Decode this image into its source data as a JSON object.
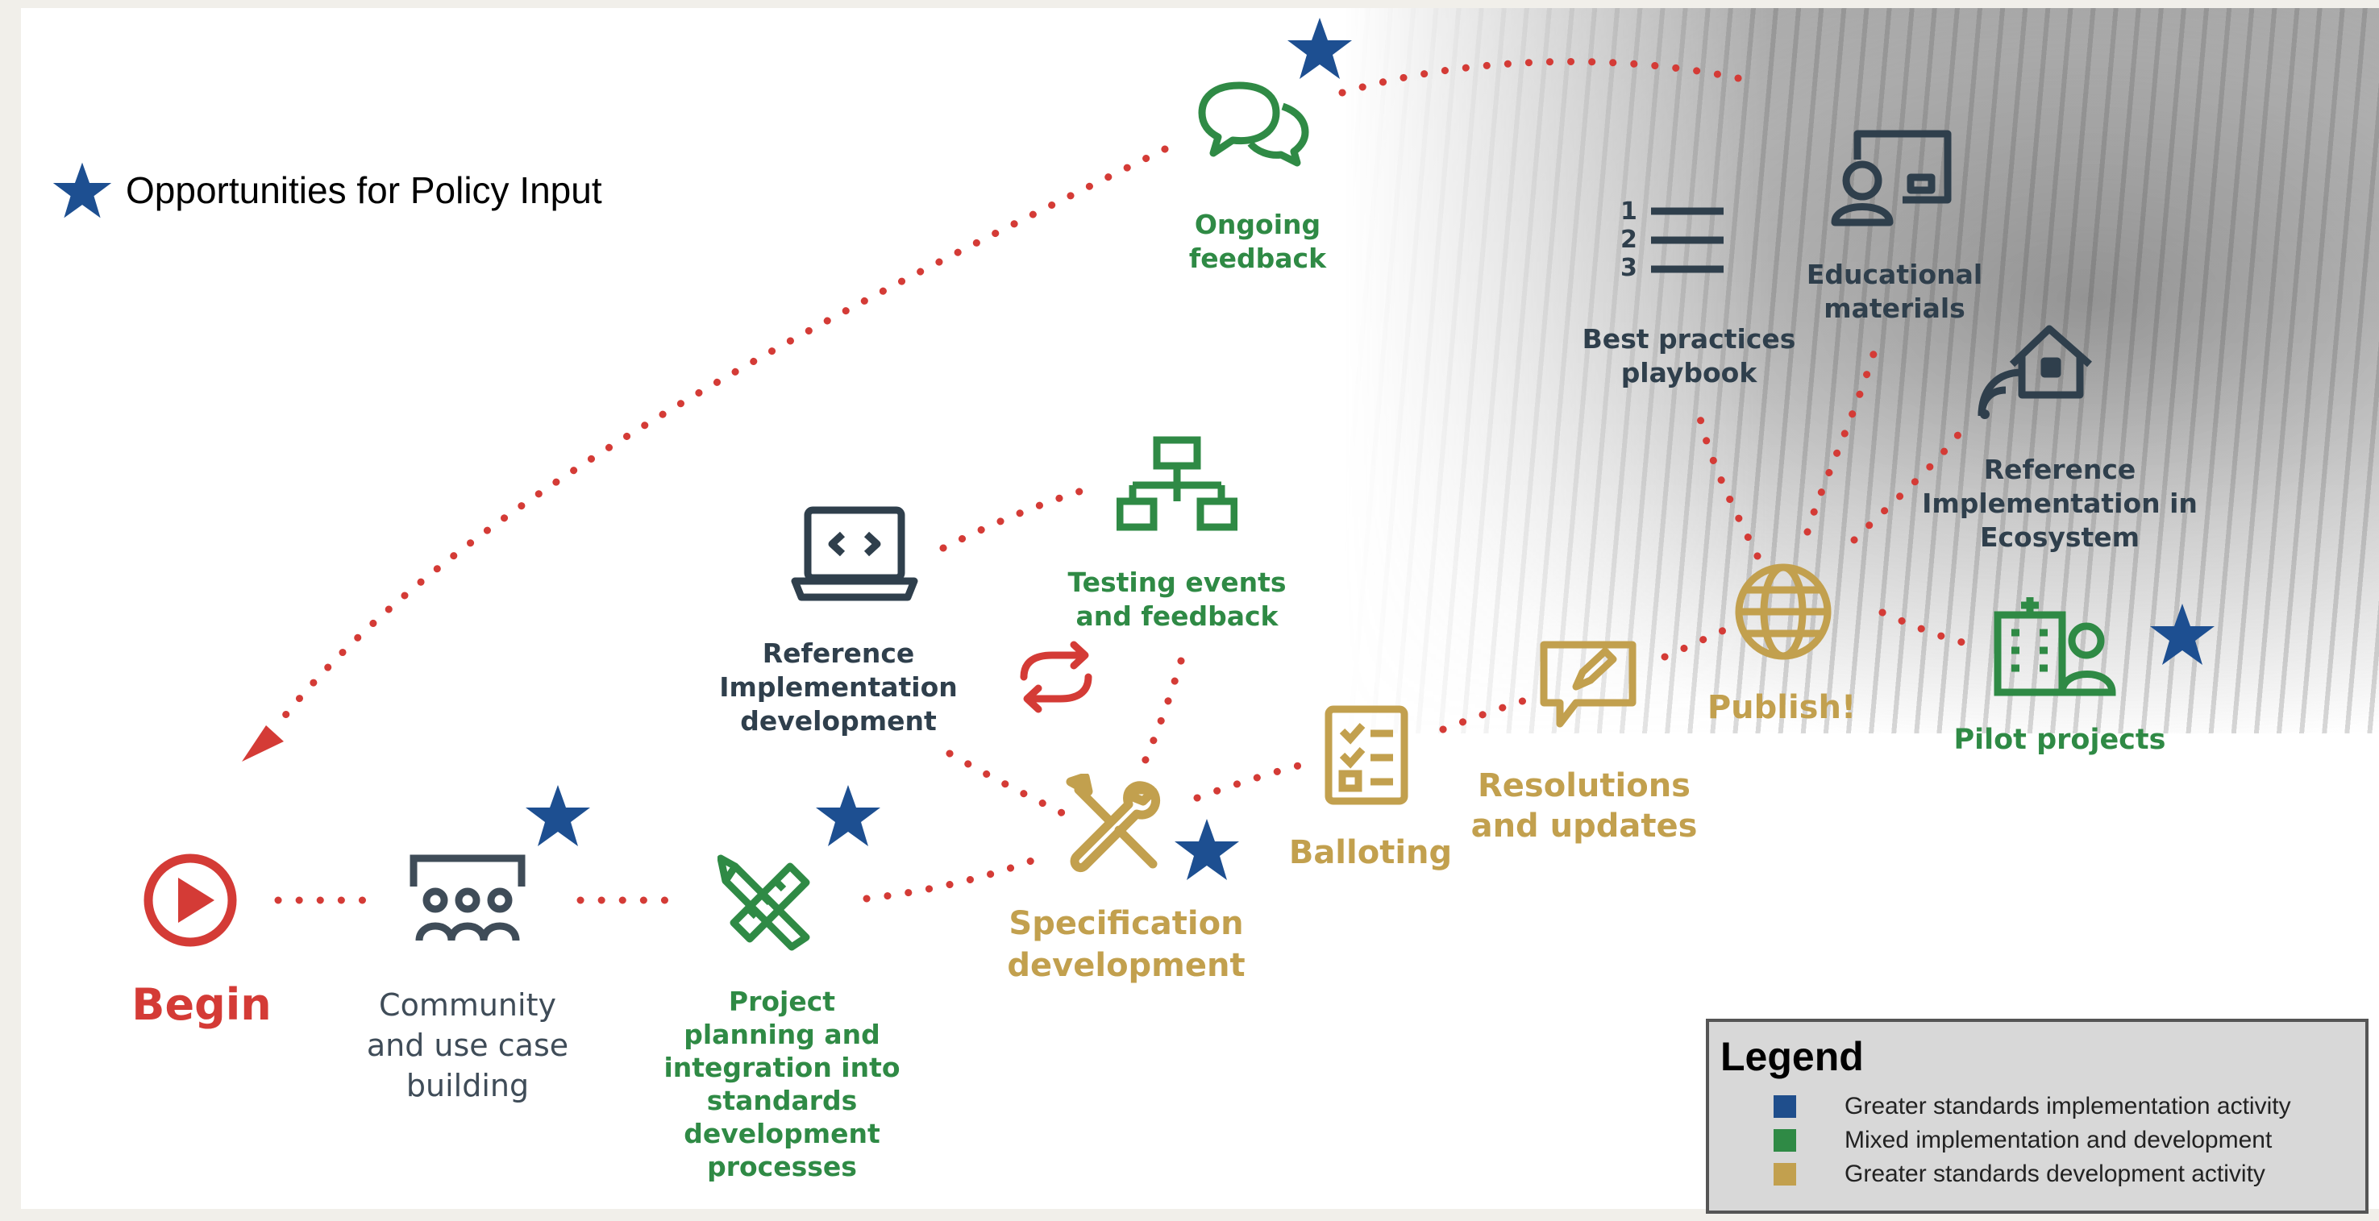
{
  "policy_legend": {
    "label": "Opportunities for Policy Input"
  },
  "colors": {
    "gold": "#c2a04e",
    "green": "#2f8a45",
    "dark": "#2f3f4c",
    "red": "#d43b36",
    "star_blue": "#1d4f91",
    "legend_blue": "#1f4e8c",
    "legend_green": "#2f8a45",
    "legend_gold": "#c2a04e"
  },
  "nodes": {
    "begin": "Begin",
    "community": "Community\nand use case\nbuilding",
    "planning": "Project\nplanning and\nintegration into\nstandards\ndevelopment\nprocesses",
    "specification": "Specification\ndevelopment",
    "balloting": "Balloting",
    "resolutions": "Resolutions\nand updates",
    "publish": "Publish!",
    "pilot": "Pilot projects",
    "ref_impl_dev": "Reference\nImplementation\ndevelopment",
    "testing": "Testing events\nand feedback",
    "ongoing": "Ongoing\nfeedback",
    "playbook": "Best practices\nplaybook",
    "educational": "Educational\nmaterials",
    "ref_impl_eco": "Reference\nImplementation in\nEcosystem"
  },
  "legend": {
    "title": "Legend",
    "items": [
      {
        "label": "Greater standards implementation activity",
        "color": "#1f4e8c"
      },
      {
        "label": "Mixed implementation and development",
        "color": "#2f8a45"
      },
      {
        "label": "Greater standards development activity",
        "color": "#c2a04e"
      }
    ]
  }
}
